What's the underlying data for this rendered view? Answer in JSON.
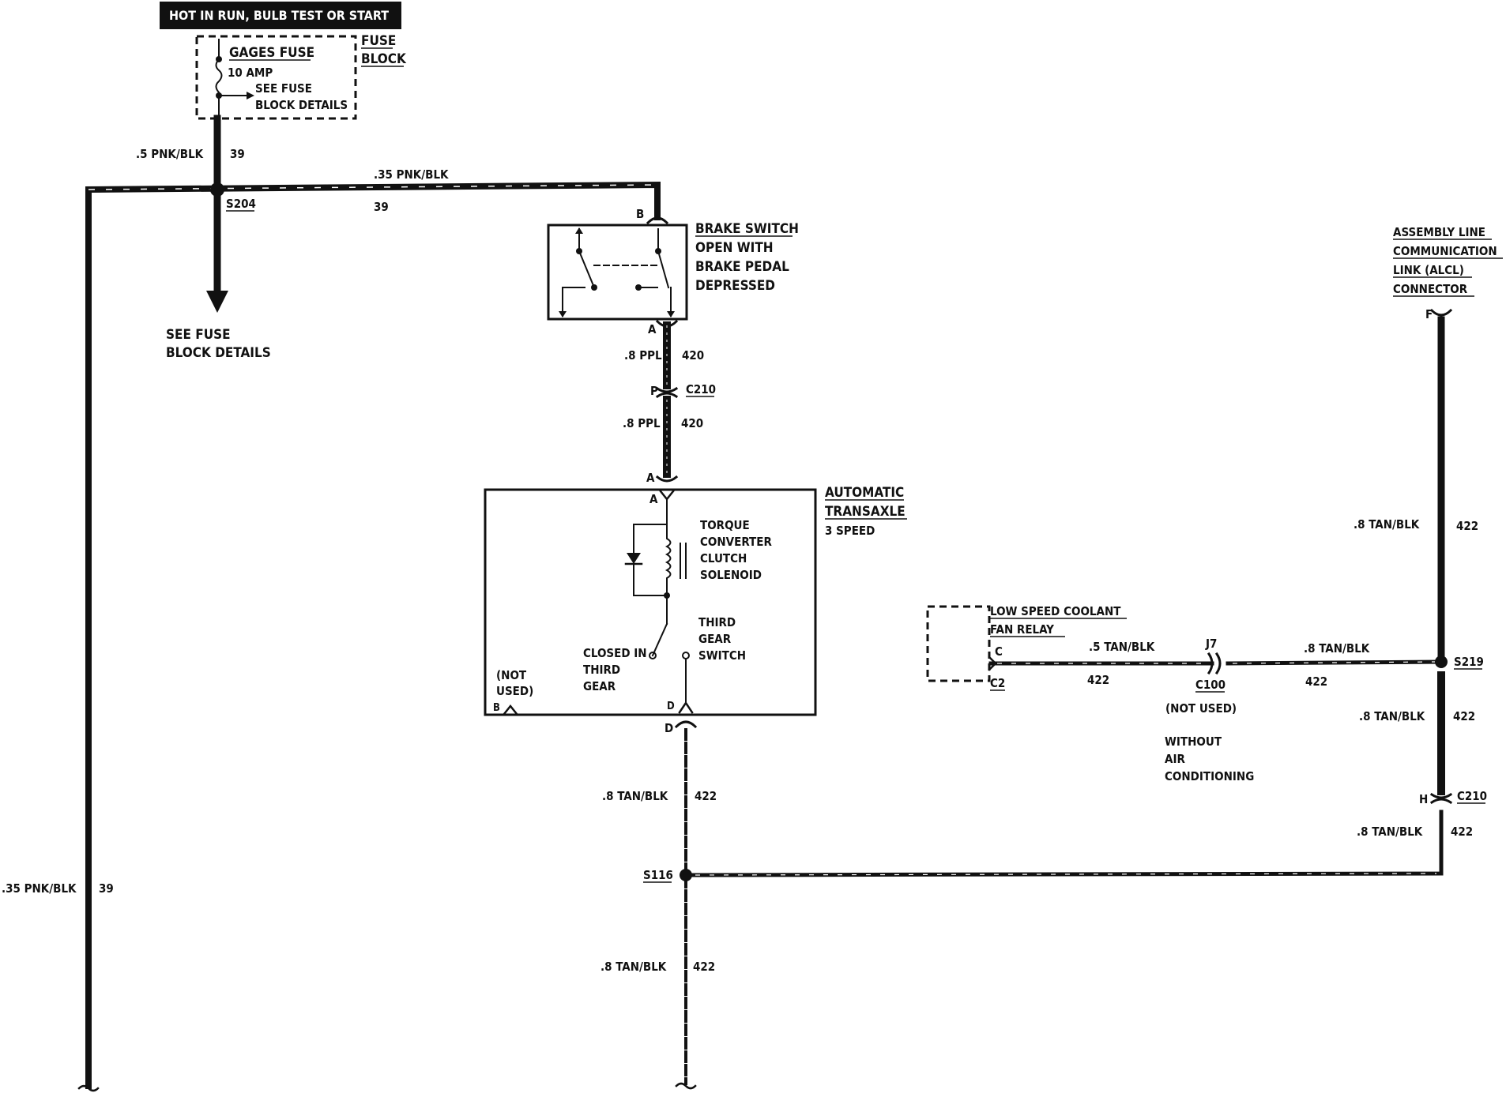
{
  "header": {
    "power_label": "HOT IN RUN, BULB TEST OR START"
  },
  "fuse_block": {
    "fuse_name": "GAGES FUSE",
    "fuse_rating": "10 AMP",
    "see_details_1": "SEE FUSE",
    "see_details_2": "BLOCK DETAILS",
    "block_label_1": "FUSE",
    "block_label_2": "BLOCK"
  },
  "wires": {
    "w_fuse_out": {
      "gauge": ".5 PNK/BLK",
      "circuit": "39"
    },
    "w_top_run": {
      "gauge": ".35 PNK/BLK",
      "circuit": "39"
    },
    "w_left_drop": {
      "gauge": ".35 PNK/BLK",
      "circuit": "39"
    },
    "w_brake_to_c210": {
      "gauge": ".8 PPL",
      "circuit": "420"
    },
    "w_c210_to_trans": {
      "gauge": ".8 PPL",
      "circuit": "420"
    },
    "w_trans_to_s116": {
      "gauge": ".8 TAN/BLK",
      "circuit": "422"
    },
    "w_s116_down": {
      "gauge": ".8 TAN/BLK",
      "circuit": "422"
    },
    "w_relay_to_j7": {
      "gauge": ".5 TAN/BLK",
      "circuit": "422"
    },
    "w_j7_to_s219": {
      "gauge": ".8 TAN/BLK",
      "circuit": "422"
    },
    "w_alcl_to_s219": {
      "gauge": ".8 TAN/BLK",
      "circuit": "422"
    },
    "w_s219_to_c210": {
      "gauge": ".8 TAN/BLK",
      "circuit": "422"
    },
    "w_c210_to_s116": {
      "gauge": ".8 TAN/BLK",
      "circuit": "422"
    }
  },
  "splices": {
    "s204": "S204",
    "s116": "S116",
    "s219": "S219"
  },
  "see_fuse_details": {
    "line1": "SEE FUSE",
    "line2": "BLOCK DETAILS"
  },
  "brake_switch": {
    "title": "BRAKE SWITCH",
    "desc1": "OPEN WITH",
    "desc2": "BRAKE PEDAL",
    "desc3": "DEPRESSED",
    "pin_top": "B",
    "pin_bottom": "A"
  },
  "connector_c210_upper": {
    "name": "C210",
    "pin": "P"
  },
  "transaxle": {
    "title1": "AUTOMATIC",
    "title2": "TRANSAXLE",
    "subtitle": "3 SPEED",
    "pin_a_outer": "A",
    "pin_a_inner": "A",
    "pin_d_inner": "D",
    "pin_d_outer": "D",
    "pin_b": "B",
    "not_used_1": "(NOT",
    "not_used_2": "USED)",
    "solenoid_1": "TORQUE",
    "solenoid_2": "CONVERTER",
    "solenoid_3": "CLUTCH",
    "solenoid_4": "SOLENOID",
    "switch_1": "THIRD",
    "switch_2": "GEAR",
    "switch_3": "SWITCH",
    "closed_1": "CLOSED IN",
    "closed_2": "THIRD",
    "closed_3": "GEAR"
  },
  "relay": {
    "title1": "LOW SPEED COOLANT",
    "title2": "FAN RELAY",
    "pin": "C",
    "connector": "C2"
  },
  "c100": {
    "pin": "J7",
    "name": "C100",
    "note": "(NOT USED)",
    "cond1": "WITHOUT",
    "cond2": "AIR",
    "cond3": "CONDITIONING"
  },
  "alcl": {
    "title1": "ASSEMBLY LINE",
    "title2": "COMMUNICATION",
    "title3": "LINK (ALCL)",
    "title4": "CONNECTOR",
    "pin": "F"
  },
  "connector_c210_lower": {
    "name": "C210",
    "pin": "H"
  }
}
